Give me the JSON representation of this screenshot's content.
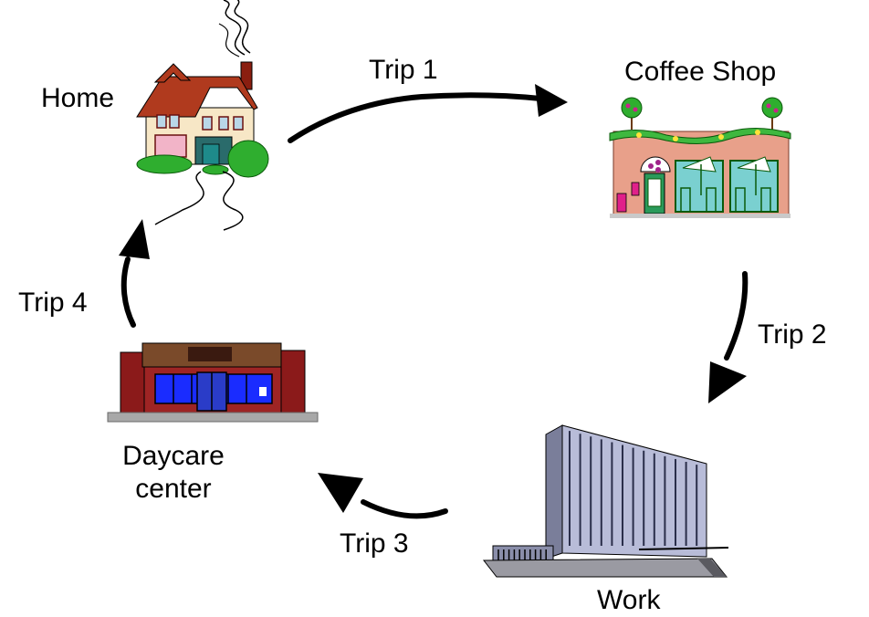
{
  "places": {
    "home": "Home",
    "coffee_shop": "Coffee Shop",
    "work": "Work",
    "daycare_line1": "Daycare",
    "daycare_line2": "center"
  },
  "trips": {
    "trip1": "Trip 1",
    "trip2": "Trip 2",
    "trip3": "Trip 3",
    "trip4": "Trip 4"
  },
  "colors": {
    "arrow": "#000000",
    "house_roof": "#b03a1e",
    "house_wall": "#f7e7c6",
    "cafe_wall": "#e8a08a",
    "cafe_green": "#1e8a3a",
    "daycare_brick": "#8b1a1a",
    "daycare_window": "#1a2cff",
    "office_facade": "#b8bcd8"
  }
}
